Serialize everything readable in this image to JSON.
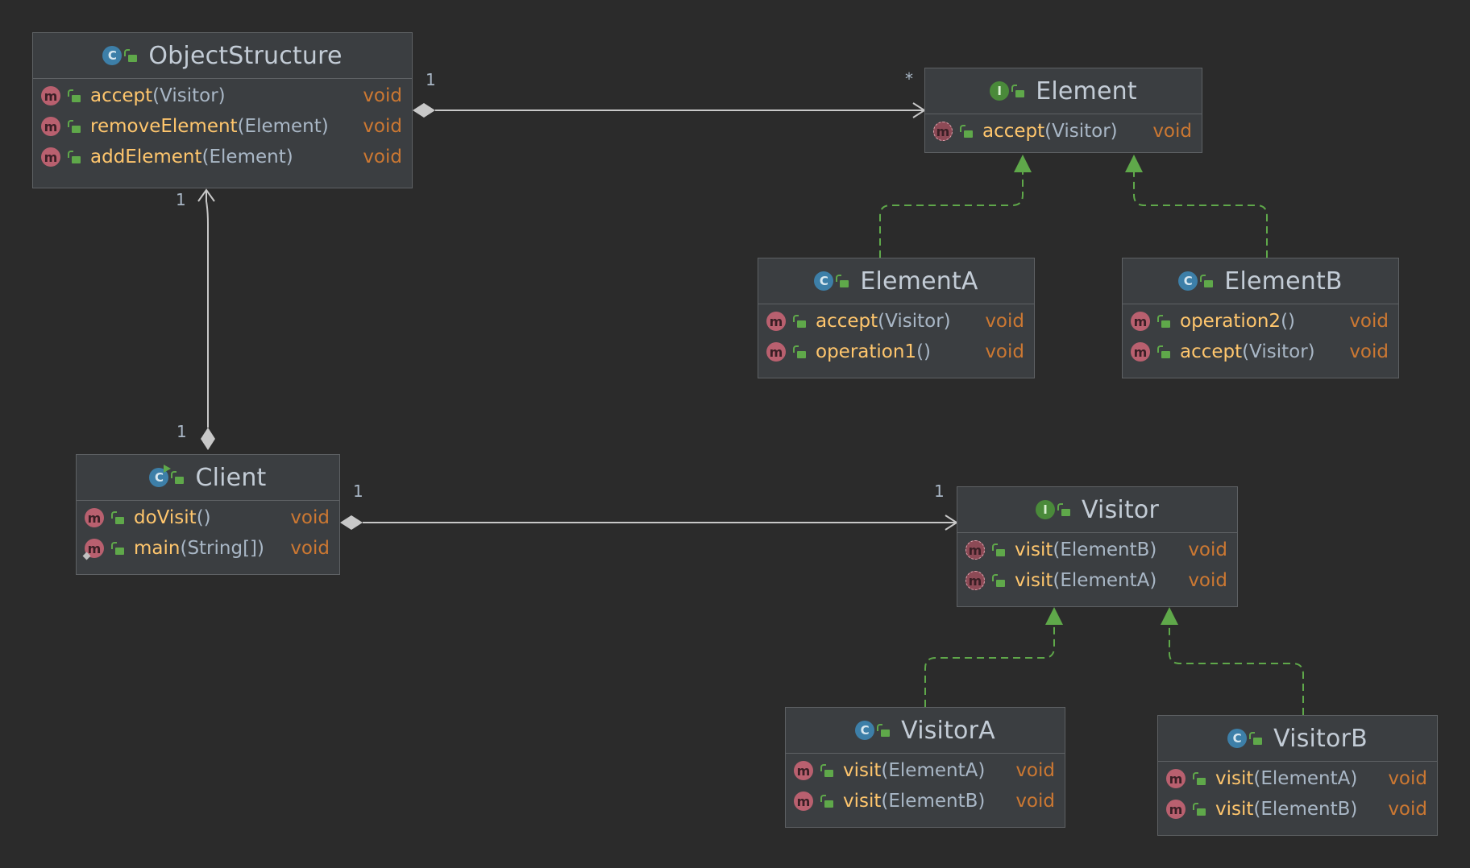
{
  "diagram": {
    "classes": {
      "object_structure": {
        "kind": "class",
        "name": "ObjectStructure",
        "members": [
          {
            "name": "accept",
            "params": "(Visitor)",
            "type": "void"
          },
          {
            "name": "removeElement",
            "params": "(Element)",
            "type": "void"
          },
          {
            "name": "addElement",
            "params": "(Element)",
            "type": "void"
          }
        ]
      },
      "element": {
        "kind": "interface",
        "name": "Element",
        "members": [
          {
            "name": "accept",
            "params": "(Visitor)",
            "type": "void"
          }
        ]
      },
      "element_a": {
        "kind": "class",
        "name": "ElementA",
        "members": [
          {
            "name": "accept",
            "params": "(Visitor)",
            "type": "void"
          },
          {
            "name": "operation1",
            "params": "()",
            "type": "void"
          }
        ]
      },
      "element_b": {
        "kind": "class",
        "name": "ElementB",
        "members": [
          {
            "name": "operation2",
            "params": "()",
            "type": "void"
          },
          {
            "name": "accept",
            "params": "(Visitor)",
            "type": "void"
          }
        ]
      },
      "client": {
        "kind": "class",
        "name": "Client",
        "members": [
          {
            "name": "doVisit",
            "params": "()",
            "type": "void"
          },
          {
            "name": "main",
            "params": "(String[])",
            "type": "void"
          }
        ]
      },
      "visitor": {
        "kind": "interface",
        "name": "Visitor",
        "members": [
          {
            "name": "visit",
            "params": "(ElementB)",
            "type": "void"
          },
          {
            "name": "visit",
            "params": "(ElementA)",
            "type": "void"
          }
        ]
      },
      "visitor_a": {
        "kind": "class",
        "name": "VisitorA",
        "members": [
          {
            "name": "visit",
            "params": "(ElementA)",
            "type": "void"
          },
          {
            "name": "visit",
            "params": "(ElementB)",
            "type": "void"
          }
        ]
      },
      "visitor_b": {
        "kind": "class",
        "name": "VisitorB",
        "members": [
          {
            "name": "visit",
            "params": "(ElementA)",
            "type": "void"
          },
          {
            "name": "visit",
            "params": "(ElementB)",
            "type": "void"
          }
        ]
      }
    },
    "multiplicities": {
      "os_element_source": "1",
      "os_element_target": "*",
      "client_os_source": "1",
      "client_os_target": "1",
      "client_visitor_source": "1",
      "client_visitor_target": "1"
    },
    "icon_letters": {
      "method": "m",
      "class": "C",
      "interface": "I"
    },
    "colors": {
      "background": "#2b2b2b",
      "box": "#3b3e41",
      "method_name": "#ffc66d",
      "return_type": "#cc7832",
      "params": "#a9b7c6",
      "realization": "#5fa84a",
      "association": "#c8c8c8"
    }
  }
}
